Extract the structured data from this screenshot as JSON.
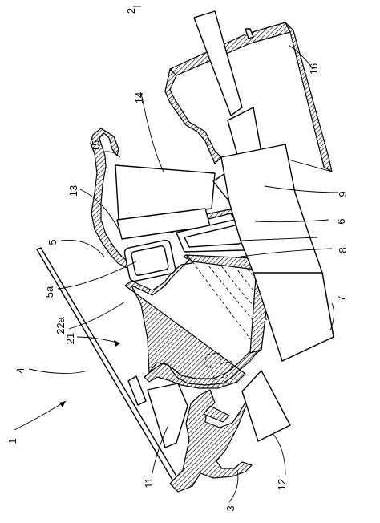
{
  "figure": {
    "labels": {
      "fig": "2",
      "l1": "1",
      "l3": "3",
      "l4": "4",
      "l5": "5",
      "l5a": "5a",
      "l6": "6",
      "l7": "7",
      "l8": "8",
      "l9": "9",
      "l11": "11",
      "l12": "12",
      "l13": "13",
      "l14": "14",
      "l15": "15",
      "l16": "16",
      "l21": "21",
      "l22a": "22a"
    }
  }
}
